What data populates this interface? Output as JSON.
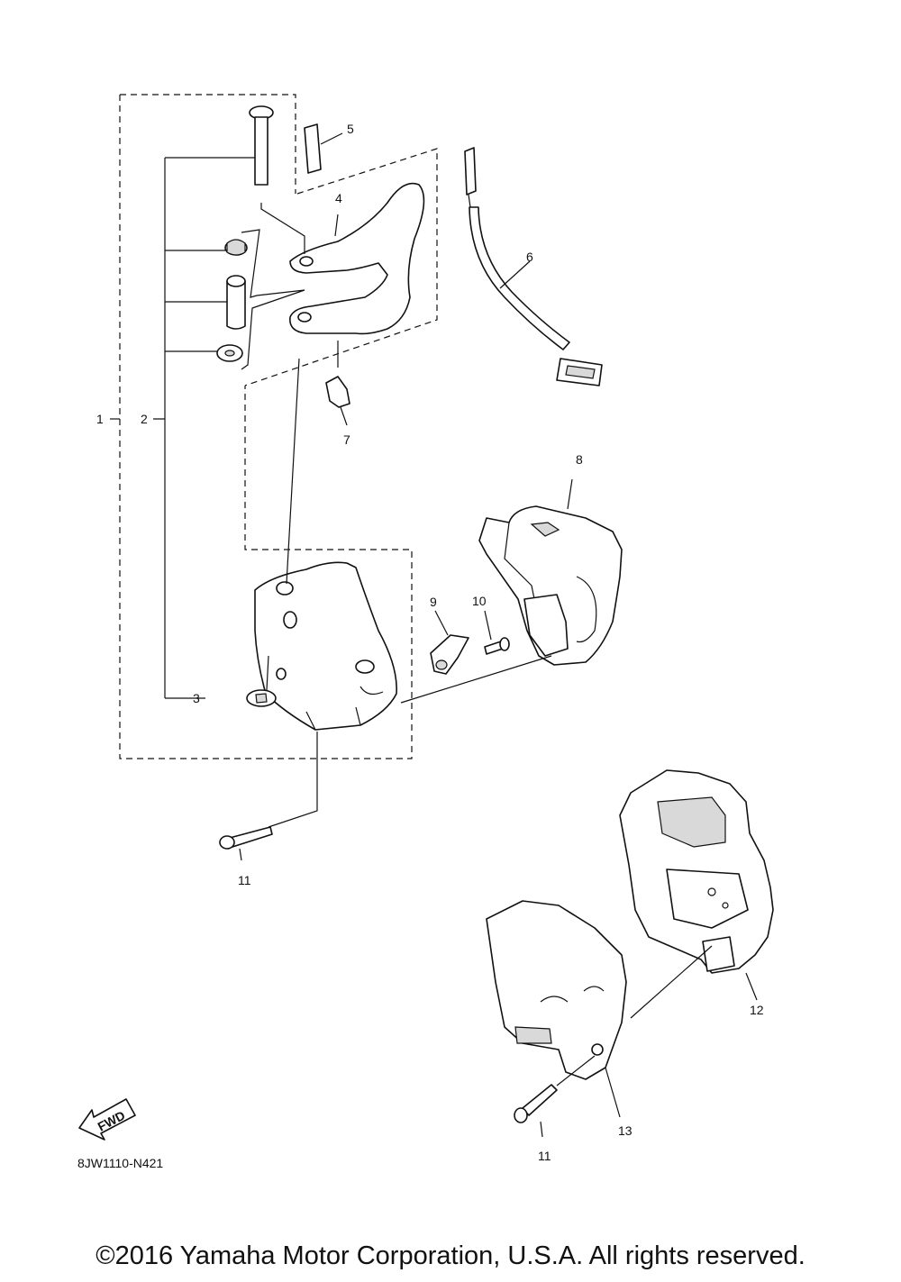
{
  "callouts": {
    "n1": "1",
    "n2": "2",
    "n3": "3",
    "n4": "4",
    "n5": "5",
    "n6": "6",
    "n7": "7",
    "n8": "8",
    "n9": "9",
    "n10": "10",
    "n11a": "11",
    "n11b": "11",
    "n12": "12",
    "n13": "13"
  },
  "fwd_label": "FWD",
  "diagram_code": "8JW1110-N421",
  "copyright": "©2016 Yamaha Motor Corporation, U.S.A. All rights reserved."
}
